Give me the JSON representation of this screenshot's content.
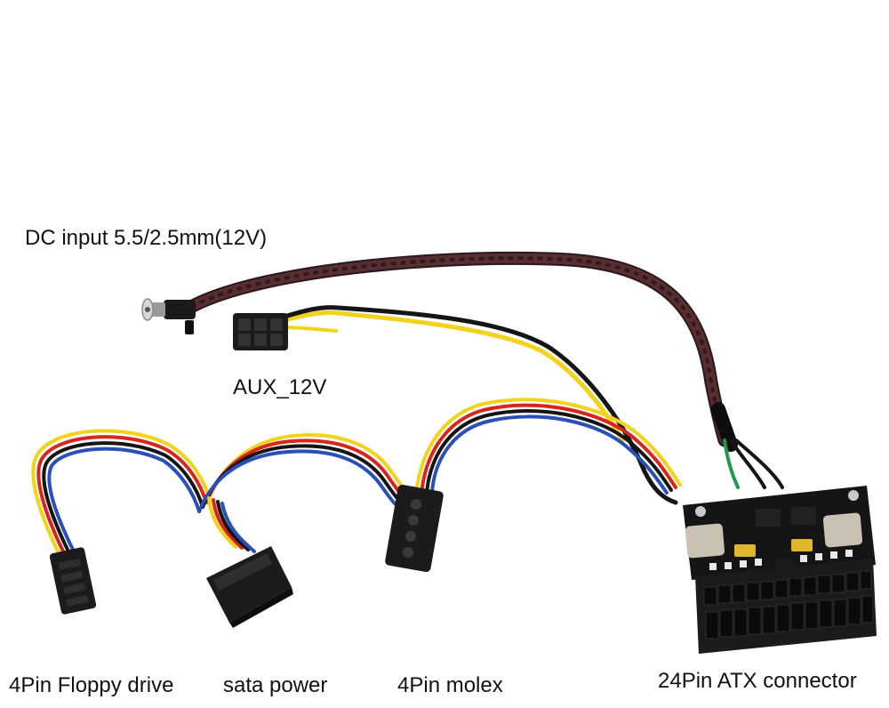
{
  "labels": {
    "dc_input": "DC input 5.5/2.5mm(12V)",
    "aux_12v": "AUX_12V",
    "floppy": "4Pin Floppy drive",
    "sata": "sata power",
    "molex": "4Pin molex",
    "atx": "24Pin ATX connector"
  },
  "colors": {
    "background": "#ffffff",
    "braid": "#2a1a1c",
    "wire_red": "#d8261e",
    "wire_yellow": "#f2d21a",
    "wire_black": "#151515",
    "wire_blue": "#2a4fb8",
    "wire_green": "#1f9a4a",
    "connector_black": "#1b1b1b",
    "pcb": "#151515",
    "inductor": "#c9c2b3",
    "capacitor": "#e0b62a"
  }
}
